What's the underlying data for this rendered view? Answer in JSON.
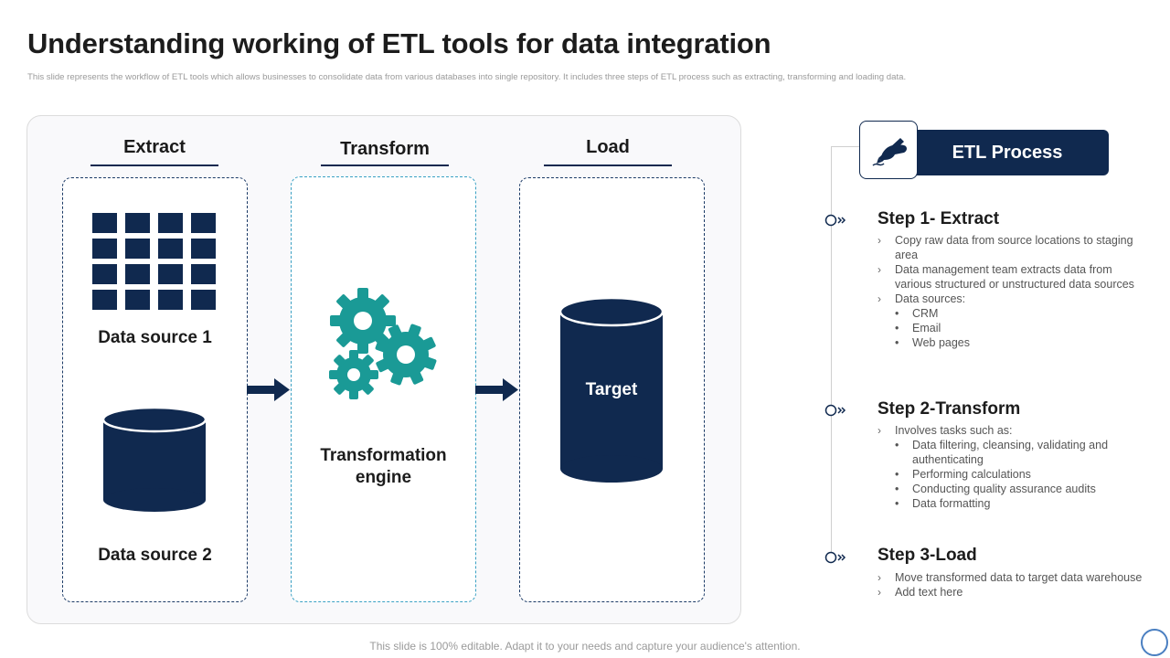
{
  "title": "Understanding working of ETL tools for data integration",
  "subtitle": "This slide represents the workflow of ETL tools which allows businesses to consolidate data from various databases into single repository. It includes three steps of ETL process such as extracting, transforming and loading data.",
  "columns": {
    "extract": "Extract",
    "transform": "Transform",
    "load": "Load"
  },
  "labels": {
    "data_source_1": "Data source 1",
    "data_source_2": "Data source 2",
    "engine_line1": "Transformation",
    "engine_line2": "engine",
    "target": "Target"
  },
  "etl_process": {
    "banner": "ETL Process",
    "icon": "hand-writing-icon",
    "steps": [
      {
        "title": "Step 1- Extract",
        "items": [
          {
            "text": "Copy raw data from source locations to staging area",
            "sub": []
          },
          {
            "text": "Data management team extracts data from various structured or unstructured data sources",
            "sub": []
          },
          {
            "text": "Data sources:",
            "sub": [
              "CRM",
              "Email",
              "Web pages"
            ]
          }
        ]
      },
      {
        "title": "Step 2-Transform",
        "items": [
          {
            "text": "Involves tasks such as:",
            "sub": [
              "Data filtering, cleansing, validating and authenticating",
              "Performing calculations",
              "Conducting quality assurance audits",
              "Data formatting"
            ]
          }
        ]
      },
      {
        "title": "Step 3-Load",
        "items": [
          {
            "text": "Move transformed data to target data warehouse",
            "sub": []
          },
          {
            "text": "Add text here",
            "sub": []
          }
        ]
      }
    ]
  },
  "footer": "This slide is 100% editable. Adapt it to your needs and capture your audience's attention.",
  "colors": {
    "navy": "#10294f",
    "teal": "#1a9a96",
    "dash_teal": "#3aa1c4"
  }
}
